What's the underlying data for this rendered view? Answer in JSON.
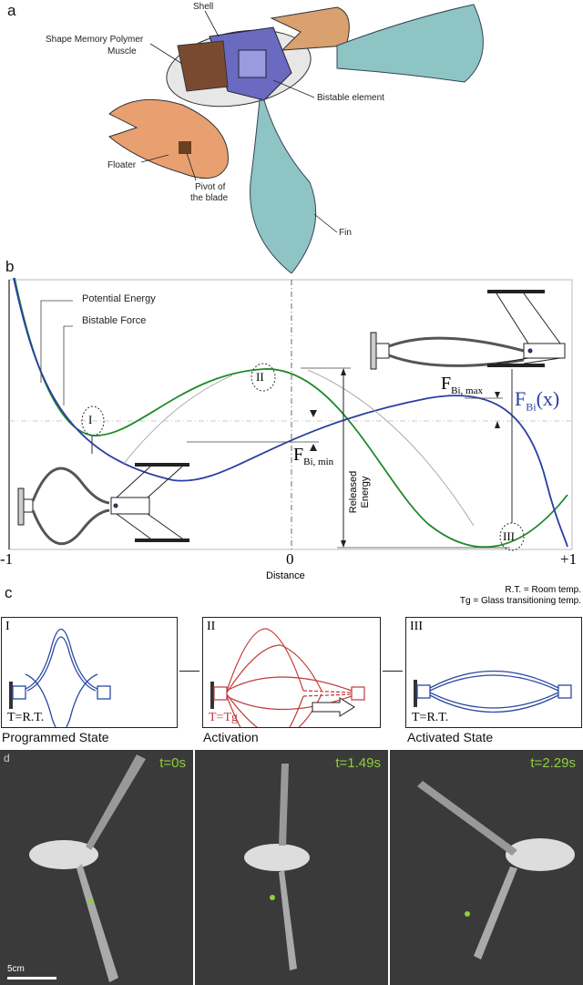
{
  "panel_a": {
    "label": "a",
    "callouts": {
      "shell": "Shell",
      "smp_muscle_1": "Shape Memory Polymer",
      "smp_muscle_2": "Muscle",
      "bistable": "Bistable element",
      "floater": "Floater",
      "pivot_1": "Pivot of",
      "pivot_2": "the blade",
      "fin": "Fin"
    },
    "colors": {
      "floater": "#e8a070",
      "fin": "#8fc4c4",
      "element": "#5a5ab0",
      "muscle": "#7a4a30"
    }
  },
  "panel_b": {
    "label": "b",
    "legend": {
      "potential_energy": "Potential Energy",
      "bistable_force": "Bistable Force"
    },
    "x_ticks": [
      "-1",
      "0",
      "+1"
    ],
    "xlabel": "Distance",
    "states": [
      "I",
      "II",
      "III"
    ],
    "f_max": {
      "main": "F",
      "sub": "Bi, max"
    },
    "f_min": {
      "main": "F",
      "sub": "Bi, min"
    },
    "f_func": {
      "main": "F",
      "sub": "Bi",
      "arg": "(x)"
    },
    "released_energy": [
      "Released",
      "Energy"
    ],
    "colors": {
      "potential_energy": "#1f8a2a",
      "bistable_force": "#2a3fa0"
    }
  },
  "panel_c": {
    "label": "c",
    "notes": [
      "R.T. = Room temp.",
      "Tg = Glass transitioning temp."
    ],
    "states": [
      {
        "roman": "I",
        "temp": "T=R.T.",
        "caption": "Programmed State",
        "color": "#2a4aa0"
      },
      {
        "roman": "II",
        "temp": "T=Tg",
        "caption": "Activation",
        "color": "#c03a3a"
      },
      {
        "roman": "III",
        "temp": "T=R.T.",
        "caption": "Activated State",
        "color": "#2a4aa0"
      }
    ]
  },
  "panel_d": {
    "label": "d",
    "frames": [
      {
        "time": "t=0s"
      },
      {
        "time": "t=1.49s"
      },
      {
        "time": "t=2.29s"
      }
    ],
    "scale_bar": "5cm",
    "time_color": "#8fcf3a"
  }
}
